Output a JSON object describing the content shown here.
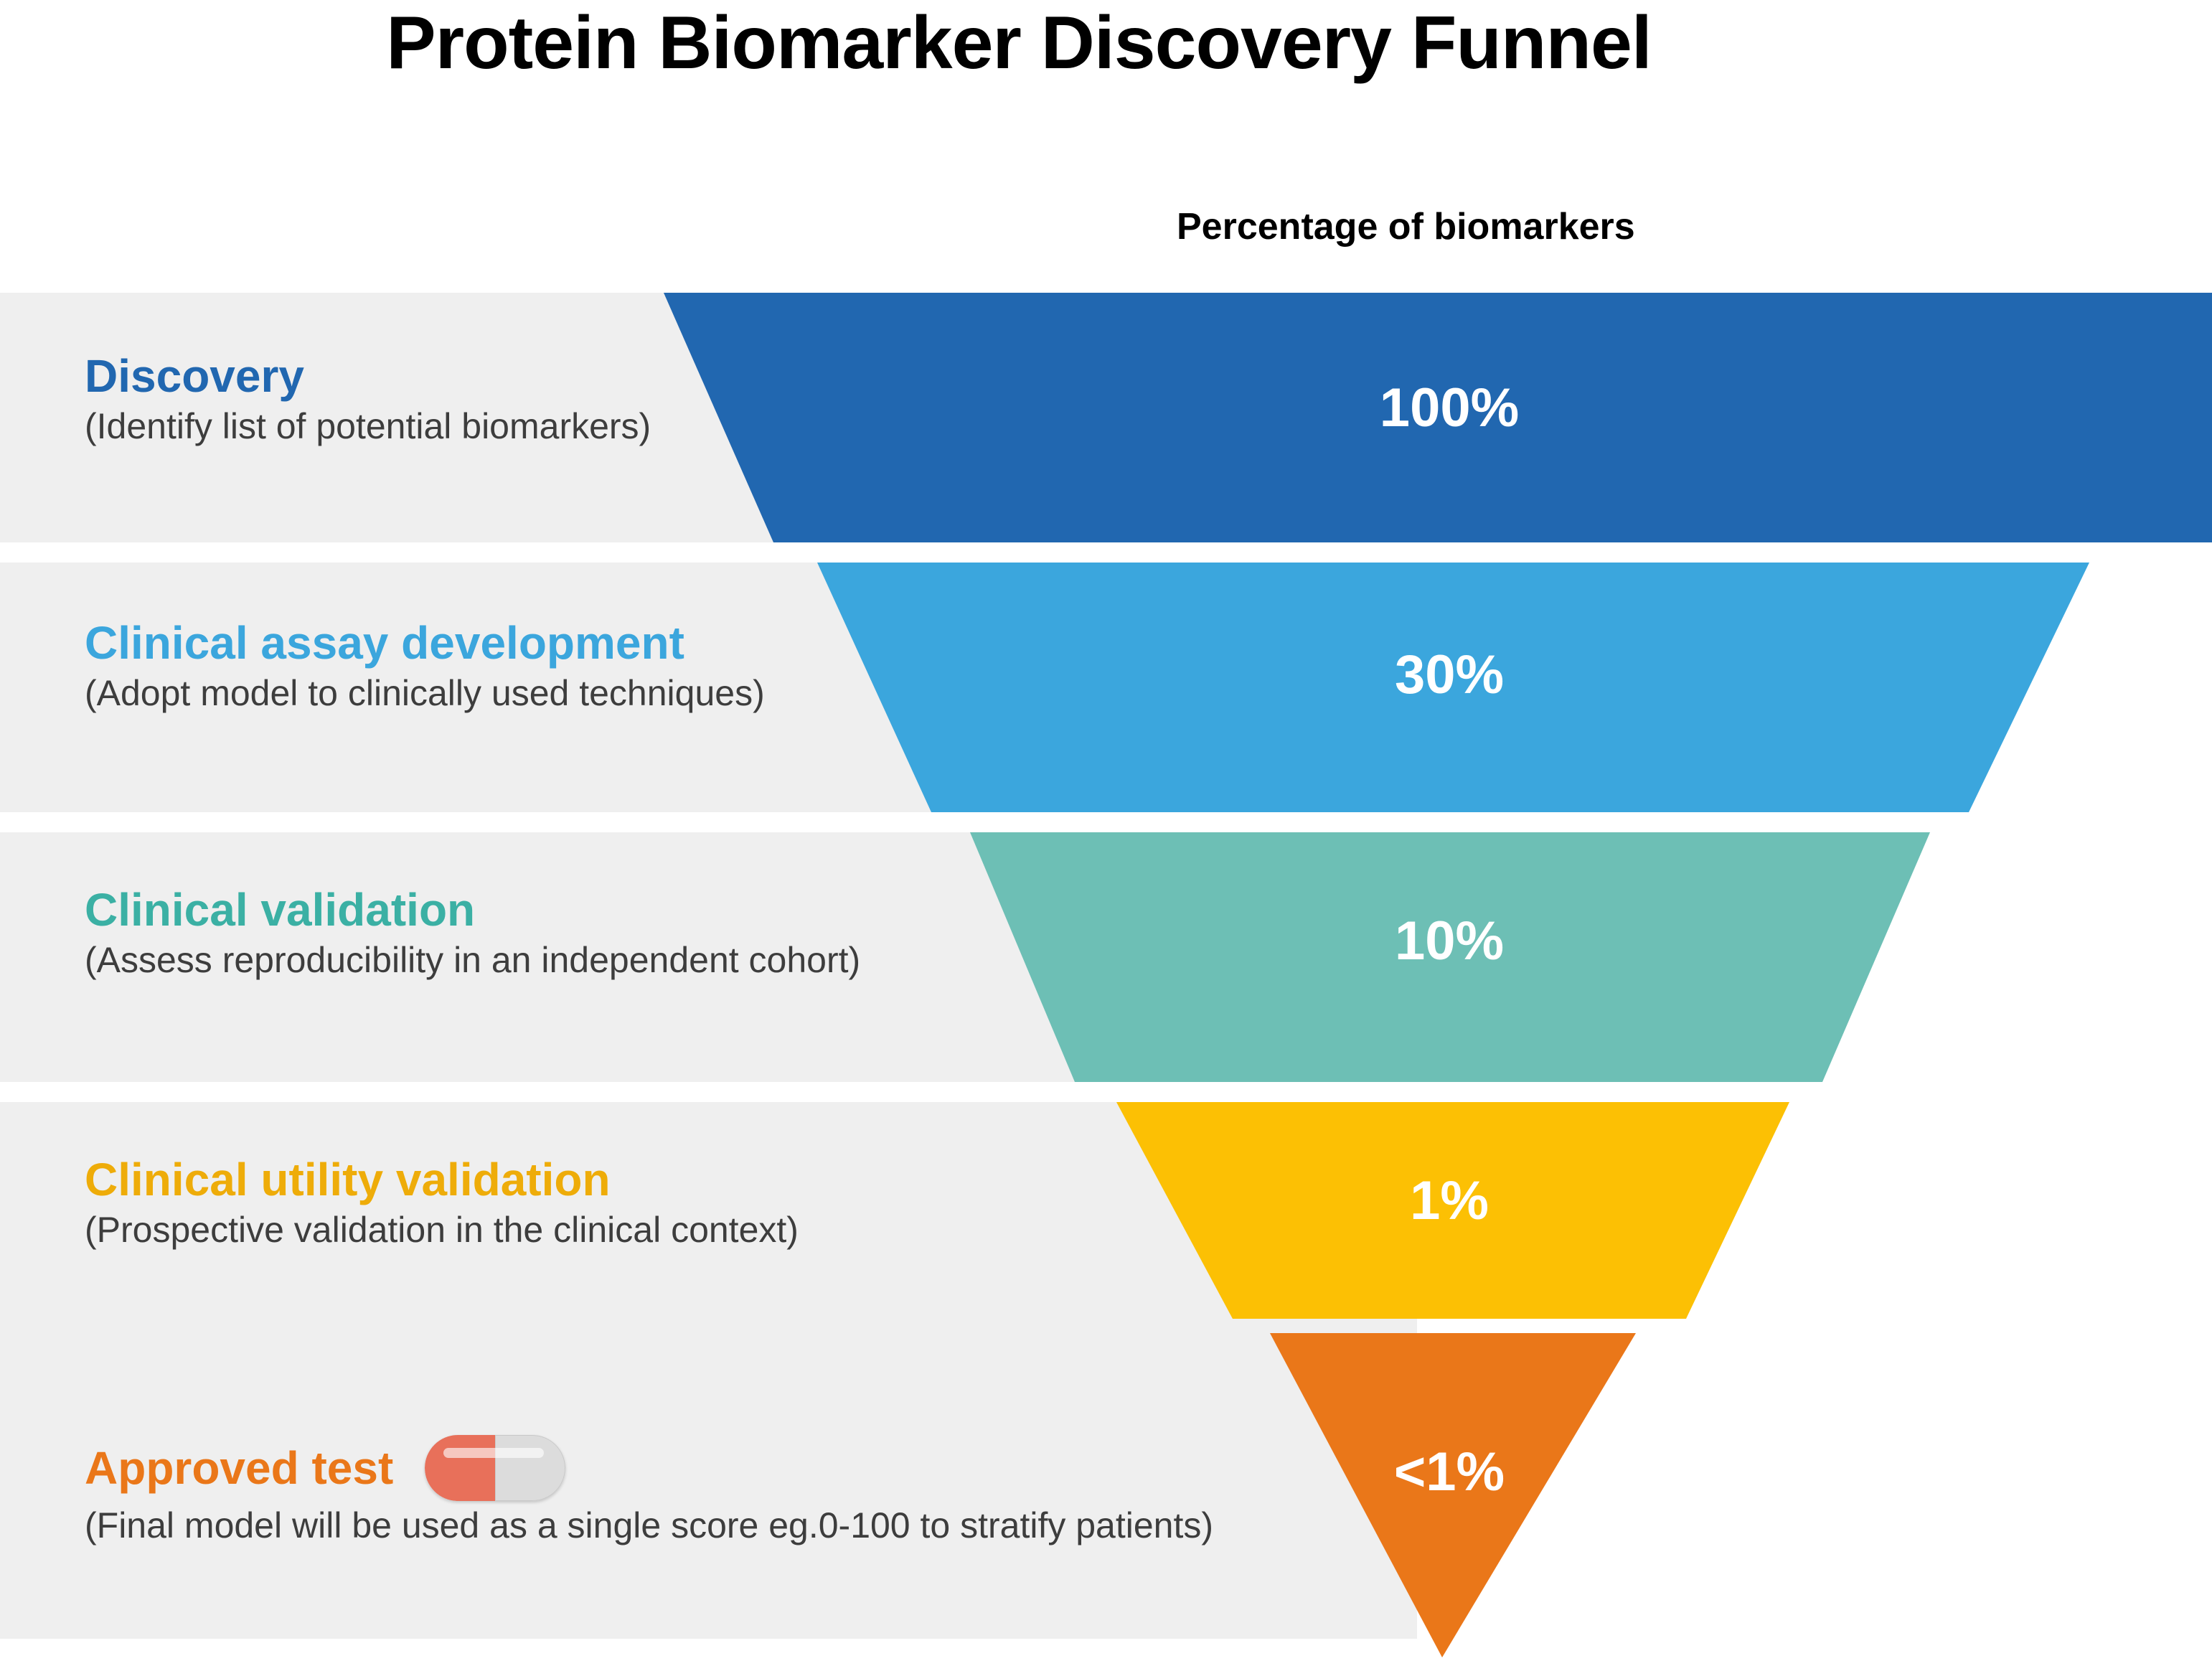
{
  "title": "Protein Biomarker Discovery Funnel",
  "axis_label": "Percentage of biomarkers",
  "colors": {
    "band_background": "#efefef",
    "page_background": "#ffffff",
    "stage_1": "#2167b0",
    "stage_2": "#3ba6dd",
    "stage_3": "#6dbfb5",
    "stage_4": "#fcc004",
    "stage_5": "#ea7719",
    "subtitle_text": "#3d3d3d",
    "value_text": "#ffffff",
    "title_text": "#000000",
    "pill_left": "#e8705a",
    "pill_right": "#dcdcdc"
  },
  "stages": [
    {
      "name": "Discovery",
      "description": "(Identify list of potential biomarkers)",
      "value_label": "100%",
      "value": 100,
      "color": "#2167b0",
      "icon": null
    },
    {
      "name": "Clinical assay development",
      "description": "(Adopt model to clinically used techniques)",
      "value_label": "30%",
      "value": 30,
      "color": "#3ba6dd",
      "icon": null
    },
    {
      "name": "Clinical validation",
      "description": "(Assess reproducibility in an independent cohort)",
      "value_label": "10%",
      "value": 10,
      "color": "#6dbfb5",
      "icon": null
    },
    {
      "name": "Clinical utility validation",
      "description": "(Prospective validation in the clinical context)",
      "value_label": "1%",
      "value": 1,
      "color": "#fcc004",
      "icon": null
    },
    {
      "name": "Approved test",
      "description": "(Final model will be used as a single score eg.0-100 to stratify patients)",
      "value_label": "<1%",
      "value": 0.5,
      "color": "#ea7719",
      "icon": "pill-icon"
    }
  ],
  "chart_data": {
    "type": "funnel",
    "title": "Protein Biomarker Discovery Funnel",
    "xlabel": "Percentage of biomarkers",
    "ylabel": "",
    "categories": [
      "Discovery",
      "Clinical assay development",
      "Clinical validation",
      "Clinical utility validation",
      "Approved test"
    ],
    "value_labels": [
      "100%",
      "30%",
      "10%",
      "1%",
      "<1%"
    ],
    "values": [
      100,
      30,
      10,
      1,
      0.5
    ],
    "series": [
      {
        "name": "Percentage of biomarkers",
        "values": [
          100,
          30,
          10,
          1,
          0.5
        ]
      }
    ],
    "annotations": [
      "(Identify list of potential biomarkers)",
      "(Adopt model to clinically used techniques)",
      "(Assess reproducibility in an independent cohort)",
      "(Prospective validation in the clinical context)",
      "(Final model will be used as a single score eg.0-100 to stratify patients)"
    ],
    "colors": [
      "#2167b0",
      "#3ba6dd",
      "#6dbfb5",
      "#fcc004",
      "#ea7719"
    ],
    "grid": false,
    "legend": "none",
    "orientation": "vertical-descending"
  }
}
